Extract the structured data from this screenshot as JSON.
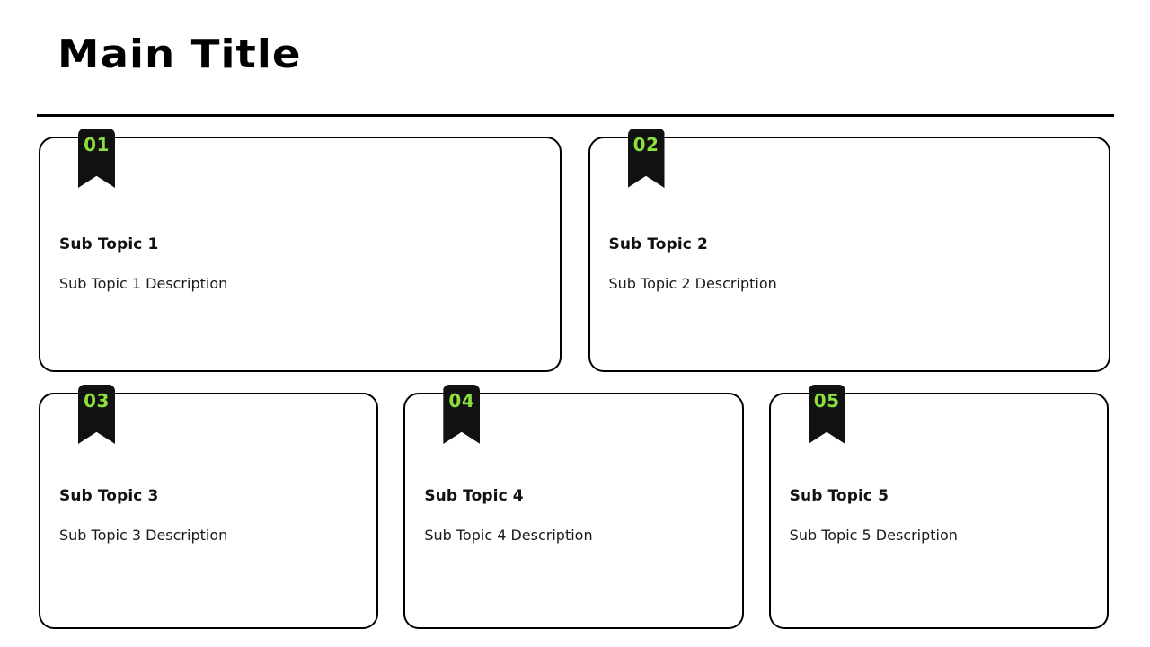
{
  "header": {
    "title": "Main Title",
    "divider": true
  },
  "theme": {
    "accent_green": "#8BE03B",
    "ink": "#000000",
    "background": "#FFFFFF"
  },
  "rows": [
    {
      "name": "top-row",
      "cards": [
        {
          "number": "01",
          "title": "Sub Topic 1",
          "description": "Sub Topic 1 Description"
        },
        {
          "number": "02",
          "title": "Sub Topic 2",
          "description": "Sub Topic 2 Description"
        }
      ]
    },
    {
      "name": "bottom-row",
      "cards": [
        {
          "number": "03",
          "title": "Sub Topic 3",
          "description": "Sub Topic 3 Description"
        },
        {
          "number": "04",
          "title": "Sub Topic 4",
          "description": "Sub Topic 4 Description"
        },
        {
          "number": "05",
          "title": "Sub Topic 5",
          "description": "Sub Topic 5 Description"
        }
      ]
    }
  ]
}
